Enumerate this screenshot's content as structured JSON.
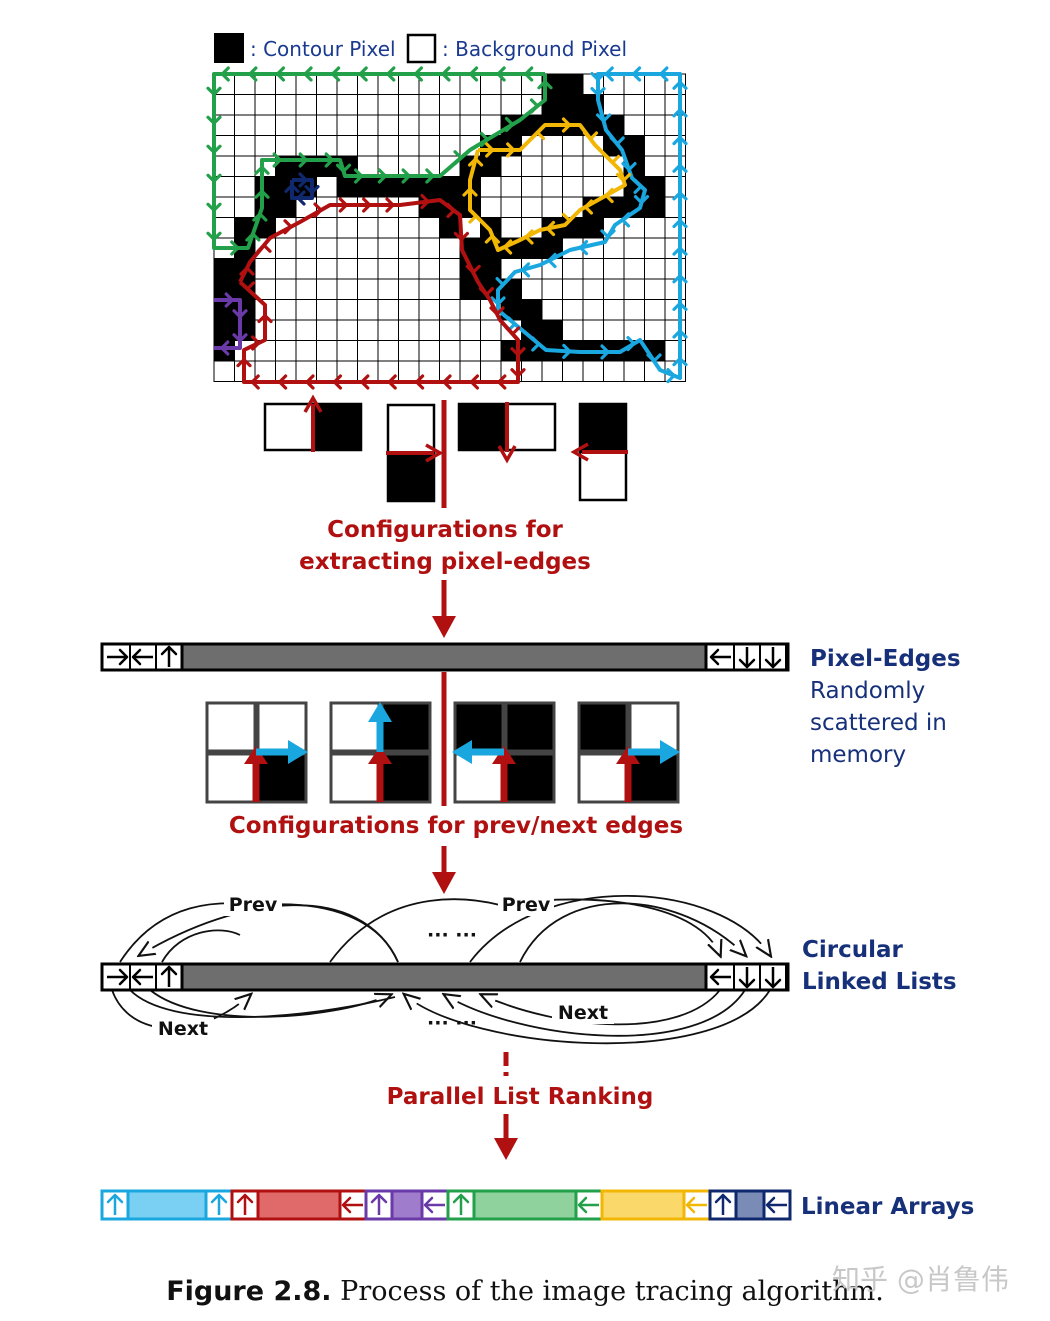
{
  "legend": {
    "contour_label": ": Contour Pixel",
    "background_label": ": Background Pixel"
  },
  "labels": {
    "config_edges_line1": "Configurations for",
    "config_edges_line2": "extracting pixel-edges",
    "pixel_edges_title": "Pixel-Edges",
    "pixel_edges_desc_line1": "Randomly",
    "pixel_edges_desc_line2": "scattered in",
    "pixel_edges_desc_line3": "memory",
    "config_prev_next": "Configurations for prev/next edges",
    "prev_label_left": "Prev",
    "prev_label_right": "Prev",
    "next_label_left": "Next",
    "next_label_right": "Next",
    "ellipsis_top": "··· ···",
    "ellipsis_bottom": "··· ···",
    "circular_line1": "Circular",
    "circular_line2": "Linked Lists",
    "parallel_ranking": "Parallel List Ranking",
    "linear_arrays": "Linear Arrays"
  },
  "caption": {
    "label": "Figure 2.8.",
    "text": "Process of the image tracing algorithm."
  },
  "watermark": "知乎 @肖鲁伟",
  "colors": {
    "red": "#b01010",
    "navy": "#17307a",
    "green": "#22a04a",
    "cyan": "#1aa7e0",
    "yellow": "#f2b705",
    "purple": "#6a3aa8",
    "dark_blue": "#10286e",
    "gray_bar": "#6e6e6e",
    "pixel_black": "#000000"
  },
  "linear_array_segments": [
    {
      "color_name": "cyan"
    },
    {
      "color_name": "red"
    },
    {
      "color_name": "purple"
    },
    {
      "color_name": "green"
    },
    {
      "color_name": "yellow"
    },
    {
      "color_name": "dark_blue"
    }
  ]
}
